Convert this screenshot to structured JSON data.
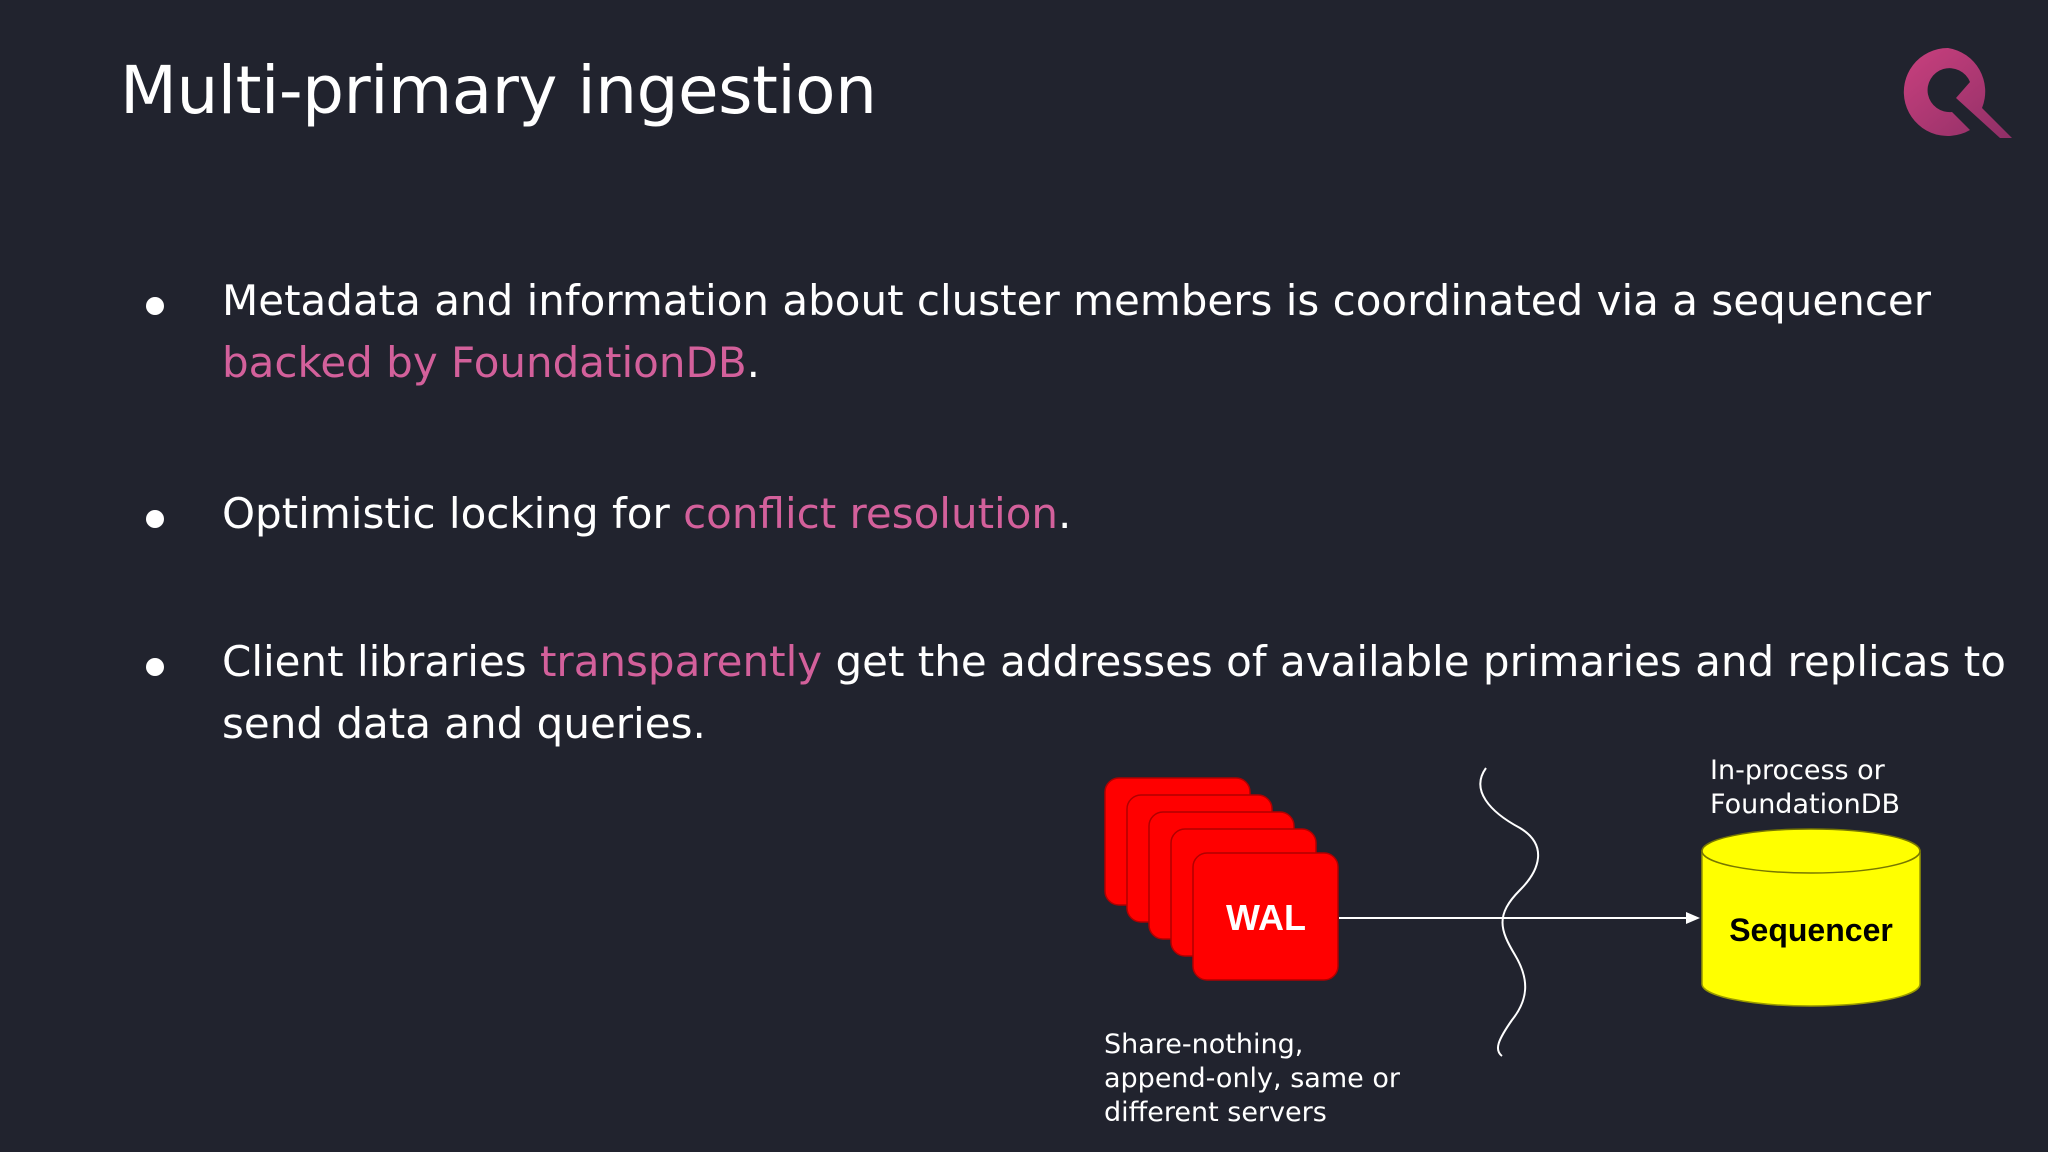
{
  "slide": {
    "title": "Multi-primary ingestion"
  },
  "bullets": [
    {
      "parts": [
        {
          "text": "Metadata and information about cluster members is coordinated via a sequencer",
          "highlight": false
        },
        {
          "text": "backed by FoundationDB",
          "highlight": true,
          "line_break_before": true
        },
        {
          "text": ".",
          "highlight": false
        }
      ]
    },
    {
      "parts": [
        {
          "text": "Optimistic locking for ",
          "highlight": false
        },
        {
          "text": "conflict resolution",
          "highlight": true
        },
        {
          "text": ".",
          "highlight": false
        }
      ]
    },
    {
      "parts": [
        {
          "text": "Client libraries ",
          "highlight": false
        },
        {
          "text": "transparently",
          "highlight": true
        },
        {
          "text": " get the addresses of available primaries and replicas to",
          "highlight": false
        },
        {
          "text": "send data and queries.",
          "highlight": false,
          "line_break_before": true
        }
      ]
    }
  ],
  "diagram": {
    "wal_label": "WAL",
    "sequencer_label": "Sequencer",
    "wal_caption": [
      "Share-nothing,",
      "append-only, same or",
      "different servers"
    ],
    "sequencer_caption": [
      "In-process or",
      "FoundationDB"
    ]
  },
  "colors": {
    "background": "#21232e",
    "accent": "#d3609b",
    "wal_fill": "#ff0000",
    "sequencer_fill": "#ffff00"
  }
}
